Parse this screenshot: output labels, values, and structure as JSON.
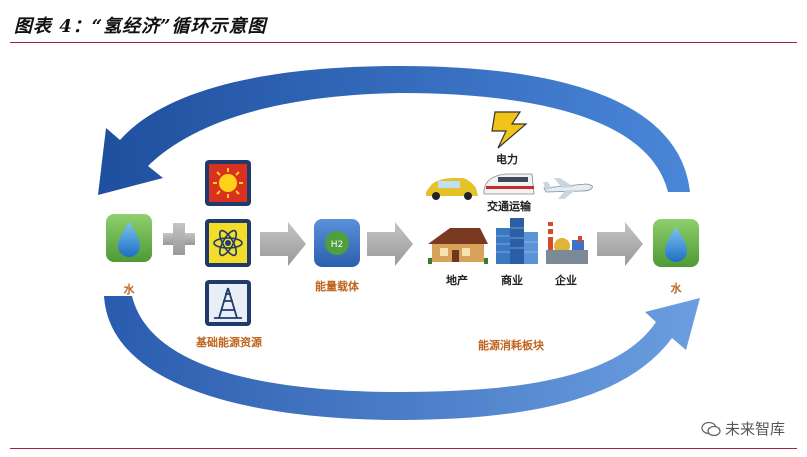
{
  "title": "图表 4：“氢经济”循环示意图",
  "labels": {
    "water_left": "水",
    "water_right": "水",
    "basic_energy": "基础能源资源",
    "carrier": "能量载体",
    "h2": "H2",
    "consumption": "能源消耗板块",
    "electricity": "电力",
    "transport": "交通运输",
    "real_estate": "地产",
    "commerce": "商业",
    "industry": "企业"
  },
  "watermark": "未来智库",
  "colors": {
    "accent_rule": "#a0243a",
    "arrow_blue": "#2f63b5",
    "label_orange": "#c0641e",
    "water_green": "#6aa84f",
    "h2_blue": "#3d73c4",
    "gray_arrow": "#a6a6a6"
  },
  "icons": [
    "sun-icon",
    "atom-icon",
    "oil-rig-icon",
    "lightning-icon",
    "car-icon",
    "train-icon",
    "plane-icon",
    "house-icon",
    "skyscraper-icon",
    "factory-icon",
    "water-drop-icon"
  ]
}
